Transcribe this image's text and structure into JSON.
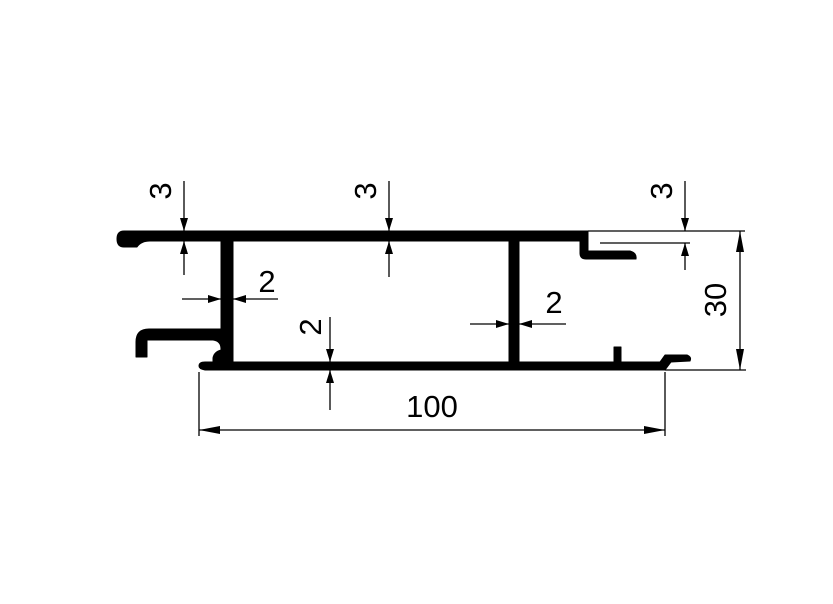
{
  "colors": {
    "profile": "#000000",
    "background": "#ffffff",
    "dimension": "#000000"
  },
  "dimensions": {
    "top_left_thickness": "3",
    "top_center_thickness": "3",
    "top_right_thickness": "3",
    "left_web_thickness": "2",
    "bottom_flange_thickness": "2",
    "right_web_thickness": "2",
    "overall_width": "100",
    "overall_height": "30"
  }
}
